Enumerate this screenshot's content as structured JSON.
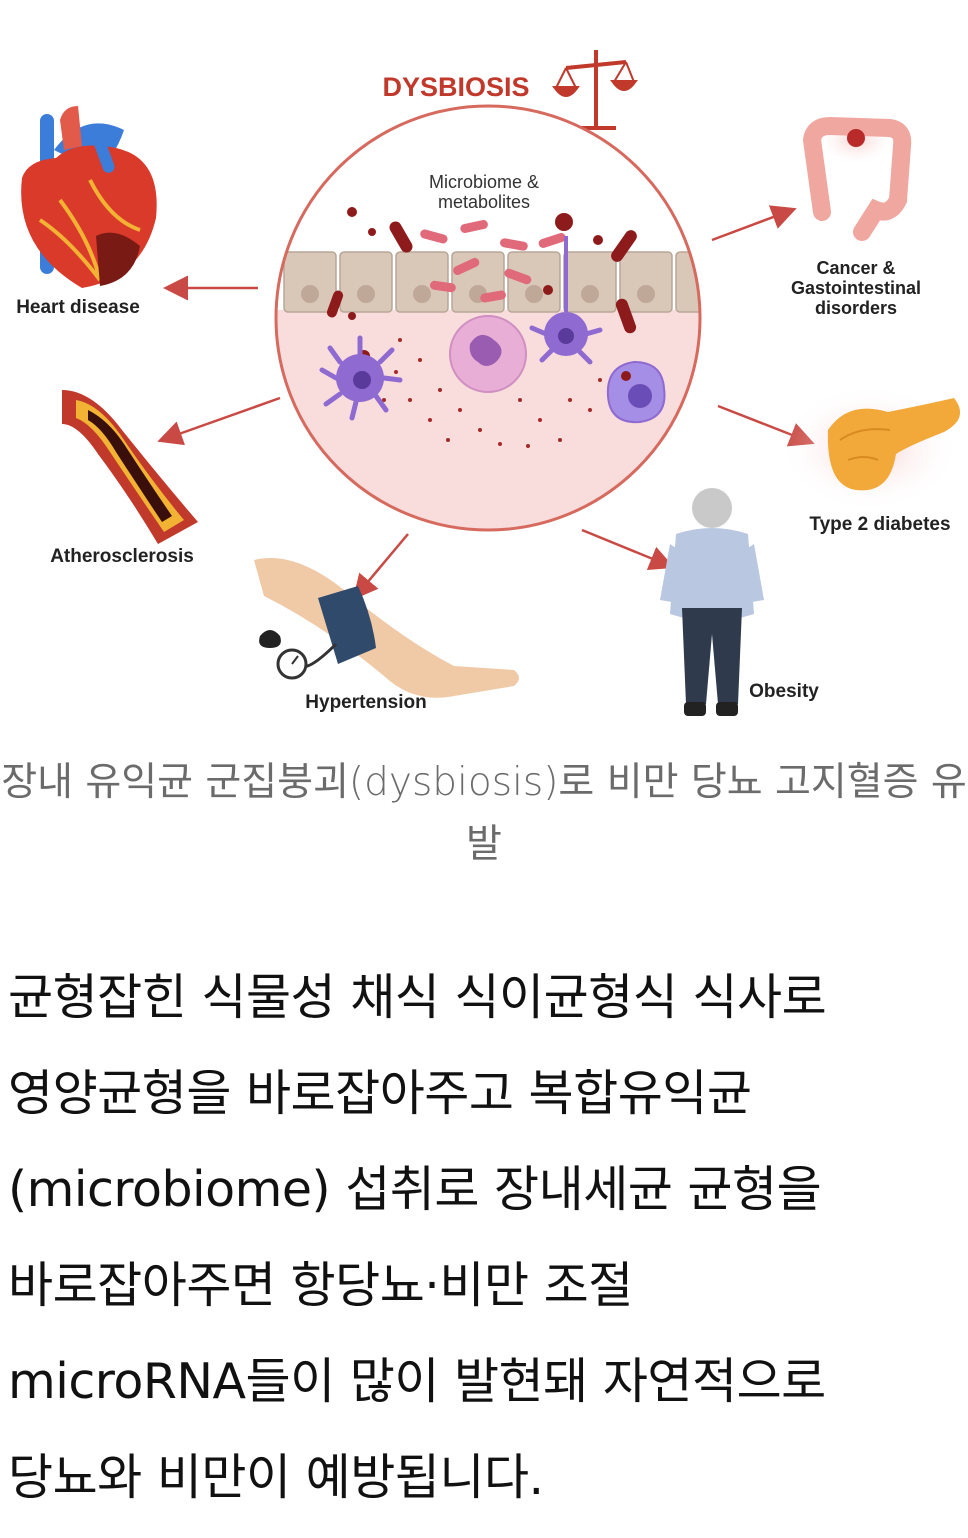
{
  "figure": {
    "title": "DYSBIOSIS",
    "center_label": "Microbiome & metabolites",
    "center_label_lines": [
      "Microbiome &",
      "metabolites"
    ],
    "conditions": {
      "heart": "Heart disease",
      "athero": "Atherosclerosis",
      "hyper": "Hypertension",
      "obesity": "Obesity",
      "diabetes": "Type 2 diabetes",
      "cancer_lines": [
        "Cancer &",
        "Gastointestinal",
        "disorders"
      ]
    },
    "colors": {
      "title_red": "#c0392b",
      "arrow_red": "#c94a44",
      "circle_border": "#d66a5e",
      "tissue_pink": "#f9dcdc",
      "cell_beige": "#d9c7b8",
      "bacteria_dark": "#8e1b1b",
      "immune_purple": "#8f6ad1"
    },
    "icons": [
      "balance-scale-icon",
      "heart-organ-icon",
      "artery-icon",
      "blood-pressure-cuff-icon",
      "person-obesity-icon",
      "pancreas-icon",
      "colon-icon"
    ]
  },
  "caption": "장내 유익균 군집붕괴(dysbiosis)로 비만 당뇨 고지혈증 유발",
  "body": "균형잡힌 식물성 채식 식이균형식 식사로 영양균형을 바로잡아주고  복합유익균(microbiome) 섭취로 장내세균 균형을 바로잡아주면 항당뇨·비만 조절 microRNA들이 많이 발현돼 자연적으로 당뇨와 비만이 예방됩니다."
}
